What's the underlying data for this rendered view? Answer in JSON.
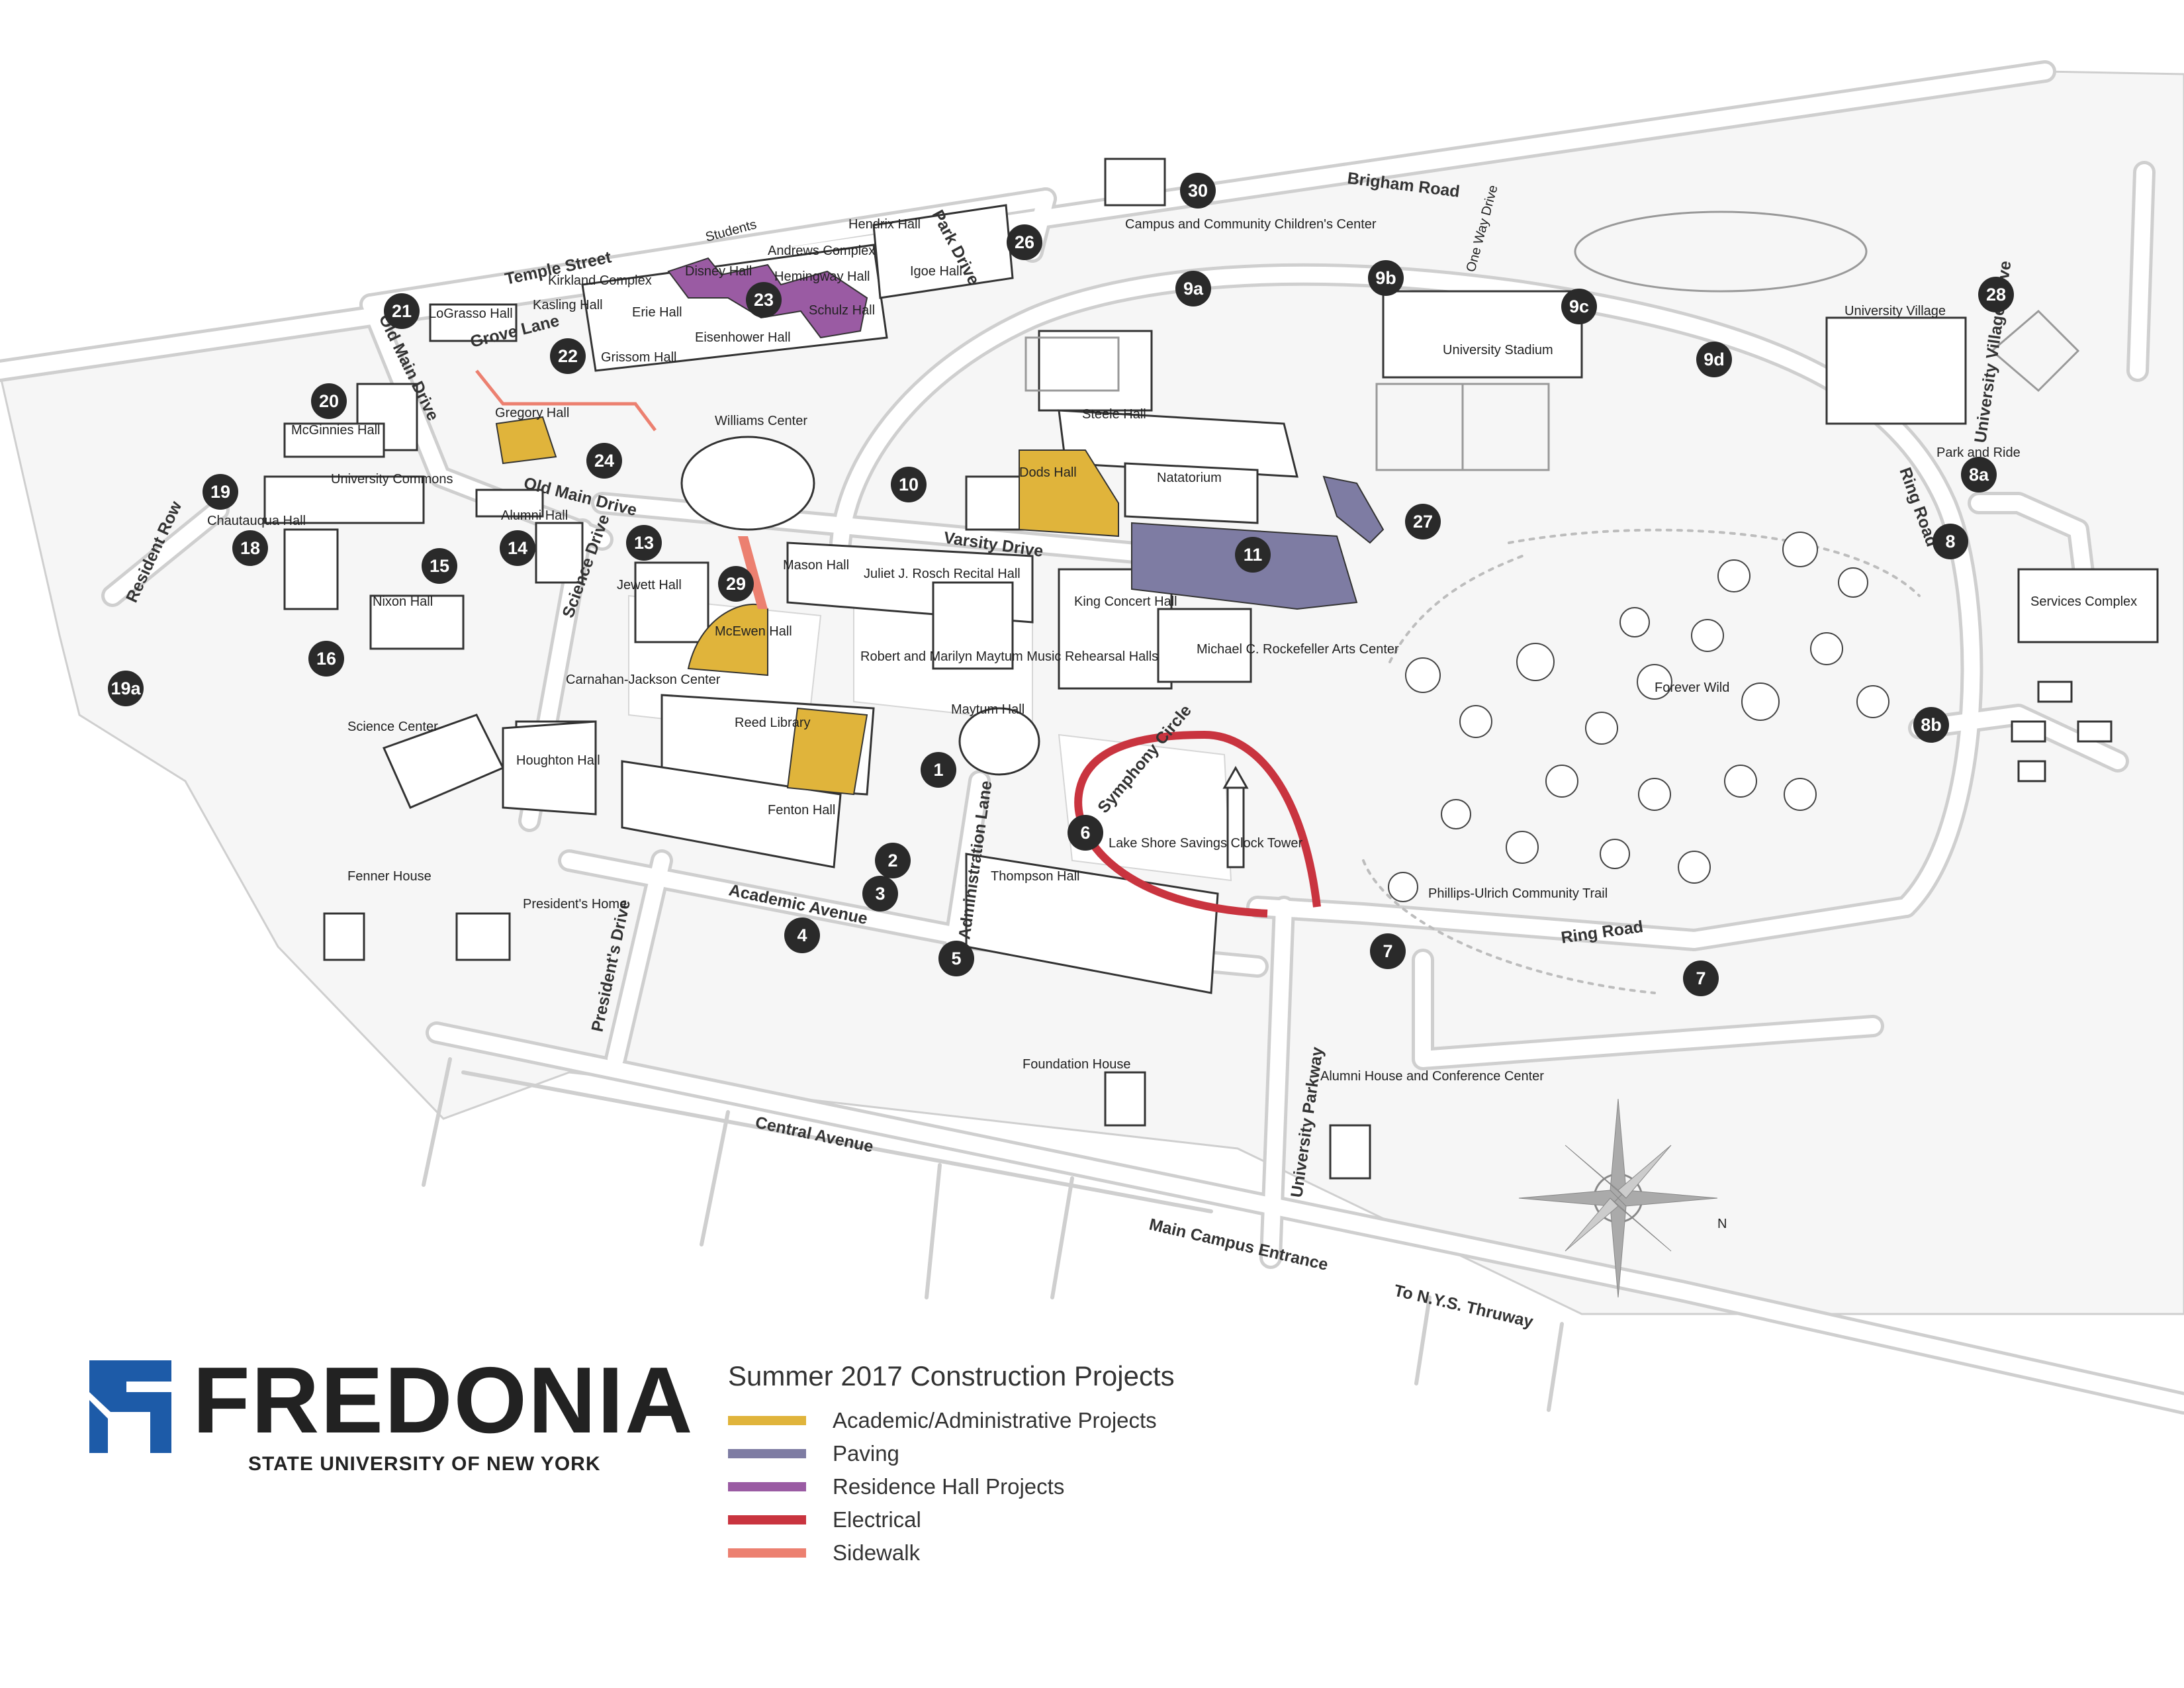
{
  "colors": {
    "academic": "#e0b43b",
    "paving": "#7e7ca3",
    "residence": "#9a5ba3",
    "electrical": "#c9343f",
    "sidewalk": "#ec8070",
    "brand_blue": "#1d5ba8",
    "marker": "#2a2a2a",
    "road": "#dcdcdc"
  },
  "brand": {
    "name": "FREDONIA",
    "subtitle": "STATE UNIVERSITY OF NEW YORK"
  },
  "legend": {
    "title": "Summer 2017 Construction Projects",
    "items": [
      {
        "label": "Academic/Administrative Projects",
        "color": "#e0b43b"
      },
      {
        "label": "Paving",
        "color": "#7e7ca3"
      },
      {
        "label": "Residence Hall Projects",
        "color": "#9a5ba3"
      },
      {
        "label": "Electrical",
        "color": "#c9343f"
      },
      {
        "label": "Sidewalk",
        "color": "#ec8070"
      }
    ]
  },
  "roads": {
    "brigham": "Brigham Road",
    "temple": "Temple Street",
    "park": "Park Drive",
    "old_main_v": "Old Main Drive",
    "old_main_h": "Old Main Drive",
    "grove": "Grove Lane",
    "resident": "Resident Row",
    "science": "Science Drive",
    "varsity": "Varsity Drive",
    "academic": "Academic Avenue",
    "presidents": "President's Drive",
    "administration": "Administration Lane",
    "central": "Central Avenue",
    "main_entrance": "Main Campus Entrance",
    "thruway": "To N.Y.S. Thruway",
    "univ_parkway": "University Parkway",
    "ring_bottom": "Ring Road",
    "ring_right": "Ring Road",
    "symphony": "Symphony Circle",
    "village_drive": "University Village Drive",
    "one_way": "One Way Drive"
  },
  "places": {
    "children_center": "Campus and Community Children's Center",
    "hendrix": "Hendrix Hall",
    "students": "Students",
    "andrews": "Andrews Complex",
    "disney": "Disney Hall",
    "hemingway": "Hemingway Hall",
    "igoe": "Igoe Hall",
    "kirkland": "Kirkland Complex",
    "kasling": "Kasling Hall",
    "erie": "Erie Hall",
    "schulz": "Schulz Hall",
    "eisenhower": "Eisenhower Hall",
    "grissom": "Grissom Hall",
    "lograsso": "LoGrasso Hall",
    "gregory": "Gregory Hall",
    "mcginnies": "McGinnies Hall",
    "williams": "Williams Center",
    "univ_commons": "University Commons",
    "chautauqua": "Chautauqua Hall",
    "alumni": "Alumni Hall",
    "nixon": "Nixon Hall",
    "jewett": "Jewett Hall",
    "mason": "Mason Hall",
    "rosch": "Juliet J. Rosch Recital Hall",
    "mcewen": "McEwen Hall",
    "maytum_rehearsal": "Robert and Marilyn Maytum Music Rehearsal Halls",
    "carnahan": "Carnahan-Jackson Center",
    "science_center": "Science Center",
    "houghton": "Houghton Hall",
    "reed": "Reed Library",
    "maytum": "Maytum Hall",
    "fenton": "Fenton Hall",
    "fenner": "Fenner House",
    "presidents_home": "President's Home",
    "thompson": "Thompson Hall",
    "clock_tower": "Lake Shore Savings Clock Tower",
    "steele": "Steele Hall",
    "dods": "Dods Hall",
    "natatorium": "Natatorium",
    "king": "King Concert Hall",
    "rockefeller": "Michael C. Rockefeller Arts Center",
    "stadium": "University Stadium",
    "village": "University Village",
    "park_ride": "Park and Ride",
    "services": "Services Complex",
    "forever_wild": "Forever Wild",
    "phillips": "Phillips-Ulrich Community Trail",
    "foundation": "Foundation House",
    "alumni_house": "Alumni House and Conference Center",
    "compass_n": "N"
  },
  "markers": {
    "m1": "1",
    "m2": "2",
    "m3": "3",
    "m4": "4",
    "m5": "5",
    "m6": "6",
    "m7a": "7",
    "m7b": "7",
    "m8": "8",
    "m8a": "8a",
    "m8b": "8b",
    "m9a": "9a",
    "m9b": "9b",
    "m9c": "9c",
    "m9d": "9d",
    "m10": "10",
    "m11": "11",
    "m13": "13",
    "m14": "14",
    "m15": "15",
    "m16": "16",
    "m18": "18",
    "m19": "19",
    "m19a": "19a",
    "m20": "20",
    "m21": "21",
    "m22": "22",
    "m23": "23",
    "m24": "24",
    "m26": "26",
    "m27": "27",
    "m28": "28",
    "m29": "29",
    "m30": "30"
  }
}
